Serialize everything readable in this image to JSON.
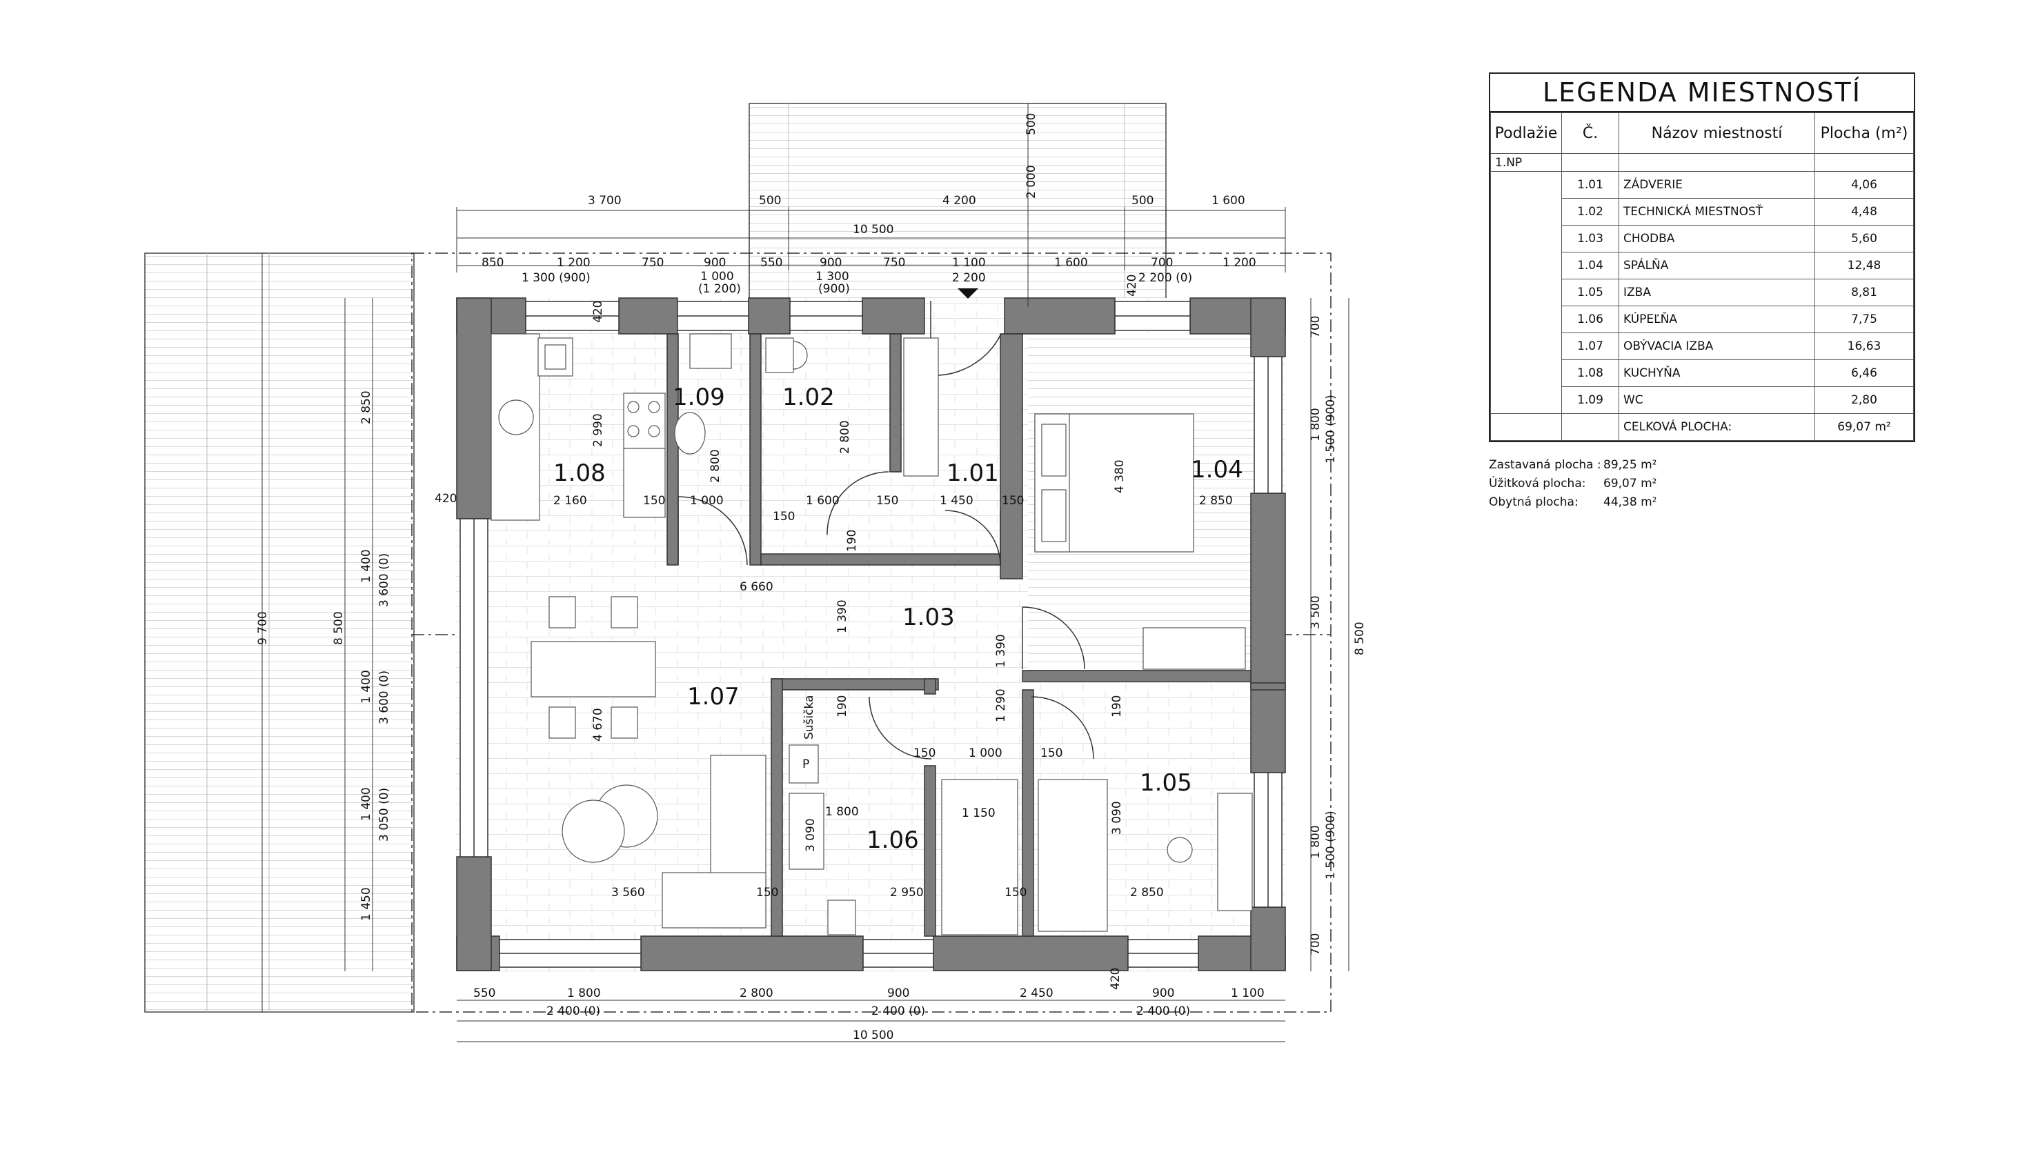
{
  "legend": {
    "title": "LEGENDA MIESTNOSTÍ",
    "headers": {
      "floor": "Podlažie",
      "number": "Č.",
      "name": "Názov miestností",
      "area": "Plocha (m²)"
    },
    "floor_label": "1.NP",
    "rooms": [
      {
        "num": "1.01",
        "name": "ZÁDVERIE",
        "area": "4,06"
      },
      {
        "num": "1.02",
        "name": "TECHNICKÁ MIESTNOSŤ",
        "area": "4,48"
      },
      {
        "num": "1.03",
        "name": "CHODBA",
        "area": "5,60"
      },
      {
        "num": "1.04",
        "name": "SPÁLŇA",
        "area": "12,48"
      },
      {
        "num": "1.05",
        "name": "IZBA",
        "area": "8,81"
      },
      {
        "num": "1.06",
        "name": "KÚPEĽŇA",
        "area": "7,75"
      },
      {
        "num": "1.07",
        "name": "OBÝVACIA IZBA",
        "area": "16,63"
      },
      {
        "num": "1.08",
        "name": "KUCHYŇA",
        "area": "6,46"
      },
      {
        "num": "1.09",
        "name": "WC",
        "area": "2,80"
      }
    ],
    "total_label": "CELKOVÁ PLOCHA:",
    "total_area": "69,07 m²"
  },
  "stats": [
    {
      "label": "Zastavaná plocha :",
      "value": "89,25 m²"
    },
    {
      "label": "Úžitková plocha:",
      "value": "69,07 m²"
    },
    {
      "label": "Obytná plocha:",
      "value": "44,38 m²"
    }
  ],
  "plan": {
    "room_labels": {
      "r101": "1.01",
      "r102": "1.02",
      "r103": "1.03",
      "r104": "1.04",
      "r105": "1.05",
      "r106": "1.06",
      "r107": "1.07",
      "r108": "1.08",
      "r109": "1.09"
    },
    "appliance_label": "Sušička",
    "appliance_mark": "P",
    "dimensions": {
      "top_overall": "10 500",
      "top_a": "3 700",
      "top_b": "500",
      "top_c": "4 200",
      "top_d": "500",
      "top_e": "1 600",
      "top_row": [
        "850",
        "1 200",
        "750",
        "900",
        "550",
        "900",
        "750",
        "1 100",
        "1 600",
        "700",
        "1 200"
      ],
      "top_open_a": "1 300 (900)",
      "top_open_b": "1 000",
      "top_open_b2": "(1 200)",
      "top_open_c": "1 300",
      "top_open_c2": "(900)",
      "top_open_d": "2 200",
      "top_open_e": "2 200 (0)",
      "terrace_a": "500",
      "terrace_b": "2 000",
      "bottom_row": [
        "550",
        "1 800",
        "2 800",
        "900",
        "2 450",
        "900",
        "1 100"
      ],
      "bottom_open_a": "2 400 (0)",
      "bottom_open_b": "2 400 (0)",
      "bottom_open_c": "2 400 (0)",
      "bottom_overall": "10 500",
      "left_total": "9 700",
      "left_house": "8 500",
      "left_a": "2 850",
      "left_b1": "1 400",
      "left_b2": "3 600 (0)",
      "left_c1": "1 400",
      "left_c2": "3 600 (0)",
      "left_d1": "1 400",
      "left_d2": "3 050 (0)",
      "left_e": "1 450",
      "right_total": "8 500",
      "right_a": "700",
      "right_b1": "1 800",
      "right_b2": "1 500 (900)",
      "right_c": "3 500",
      "right_d1": "1 800",
      "right_d2": "1 500 (900)",
      "right_e": "700",
      "wall_420_a": "420",
      "wall_420_b": "420",
      "wall_420_c": "420",
      "wall_420_d": "420",
      "k_2990": "2 990",
      "k_2160": "2 160",
      "wc_2800": "2 800",
      "wc_1000": "1 000",
      "t_2800": "2 800",
      "t_1600": "1 600",
      "z_1450": "1 450",
      "bed_4380": "4 380",
      "bed_2850": "2 850",
      "corr_6660": "6 660",
      "corr_1390a": "1 390",
      "corr_1390b": "1 390",
      "corr_1290": "1 290",
      "liv_4670": "4 670",
      "liv_3560": "3 560",
      "bath_1800": "1 800",
      "bath_3090": "3 090",
      "bath_2950": "2 950",
      "bath_1150": "1 150",
      "hall_1000": "1 000",
      "izba_3090": "3 090",
      "izba_2850": "2 850",
      "d150": "150",
      "d190": "190"
    }
  }
}
